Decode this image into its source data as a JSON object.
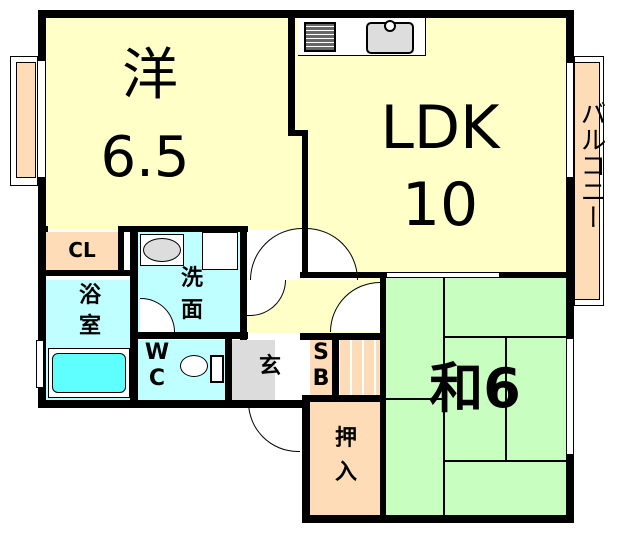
{
  "floor_plan": {
    "colors": {
      "western": "#ffffc8",
      "ldk": "#ffffc8",
      "japanese": "#c8ffc0",
      "wet": "#c0ffff",
      "storage": "#ffdcb8",
      "entrance": "#dcdcdc",
      "bathtub": "#60ffff",
      "wall": "#000000"
    },
    "rooms": {
      "western": {
        "label_kanji": "洋",
        "label_size": "6.5"
      },
      "ldk": {
        "label_type": "LDK",
        "label_size": "10"
      },
      "japanese": {
        "label": "和6"
      },
      "closet": {
        "label": "CL"
      },
      "bathroom": {
        "label_line1": "浴",
        "label_line2": "室"
      },
      "washroom": {
        "label_line1": "洗",
        "label_line2": "面"
      },
      "toilet": {
        "label_line1": "W",
        "label_line2": "C"
      },
      "entrance": {
        "label": "玄"
      },
      "shoebox": {
        "label_line1": "S",
        "label_line2": "B"
      },
      "oshiire": {
        "label_line1": "押",
        "label_line2": "入"
      },
      "balcony": {
        "label": "バルコニー"
      }
    }
  }
}
